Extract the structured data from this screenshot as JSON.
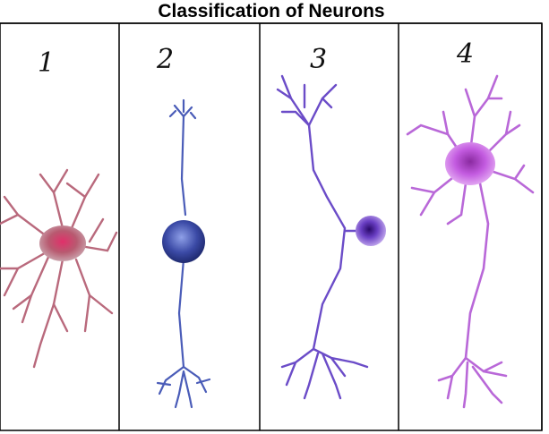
{
  "title": "Classification of Neurons",
  "panels": [
    {
      "label": "1",
      "cell_color": "#c25a6e"
    },
    {
      "label": "2",
      "cell_color": "#3d4fa8"
    },
    {
      "label": "3",
      "cell_color": "#6a3fc4"
    },
    {
      "label": "4",
      "cell_color": "#b044d6"
    }
  ]
}
